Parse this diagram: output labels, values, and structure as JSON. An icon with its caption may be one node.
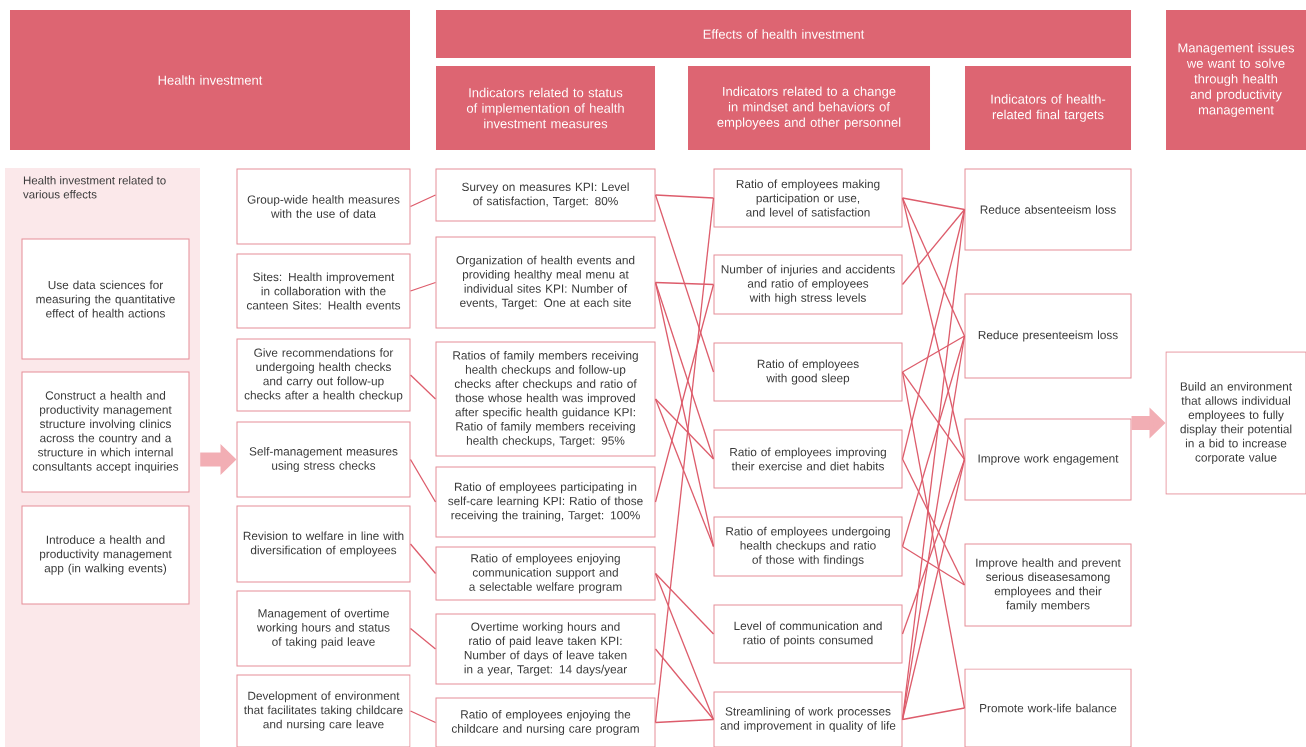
{
  "diagram": {
    "nodes": [
      {
        "text": [
          "Health investment"
        ]
      },
      {
        "text": [
          "Effects of health investment"
        ]
      },
      {
        "text": [
          "Indicators related to status of implementation of health investment measures"
        ]
      },
      {
        "text": [
          "Indicators related to a change in mindset and behaviors of employees and other personnel"
        ]
      },
      {
        "text": [
          "Indicators of health-related final targets"
        ]
      },
      {
        "text": [
          "Management issues we want to solve through health and productivity management"
        ]
      },
      {
        "text": [
          "Health investment related to various effects"
        ]
      },
      {
        "text": [
          "Use data sciences for measuring the quantitative effect of health actions"
        ],
        "in": 6
      },
      {
        "text": [
          "Construct a health and productivity management structure involving clinics across the country and a structure in which internal consultants accept inquiries"
        ],
        "in": 6
      },
      {
        "text": [
          "Introduce a  health and productivity management app (in walking events)"
        ],
        "in": 6
      },
      {
        "text": [
          "Group-wide health measures with the use of data"
        ]
      },
      {
        "text": [
          "Sites: Health improvement in collaboration with the canteen Sites: Health events"
        ]
      },
      {
        "text": [
          "Give recommendations for undergoing health checks and carry out follow-up checks after a health checkup"
        ]
      },
      {
        "text": [
          "Self-management measures using stress checks"
        ]
      },
      {
        "text": [
          "Revision to welfare in line with diversification of employees"
        ]
      },
      {
        "text": [
          "Management of overtime working hours and status of taking paid leave"
        ]
      },
      {
        "text": [
          "Development of environment that facilitates taking childcare and nursing care leave"
        ]
      },
      {
        "text": [
          "Survey on measures KPI: Level of satisfaction, Target: 80%"
        ]
      },
      {
        "text": [
          "Organization of health events and providing healthy meal menu at individual sites KPI: Number of events, Target: One at each site"
        ]
      },
      {
        "text": [
          "Ratios of family members receiving health checkups and follow-up checks after checkups and ratio of those whose health was improved after specific health guidance KPI: Ratio of family members receiving health checkups, Target: 95%"
        ]
      },
      {
        "text": [
          "Ratio of employees participating in self-care learning KPI: Ratio of those receiving the training, Target: 100%"
        ]
      },
      {
        "text": [
          "Ratio of employees enjoying communication support and a selectable welfare program"
        ]
      },
      {
        "text": [
          "Overtime working hours and ratio of paid leave taken KPI: Number of days of leave taken in a year, Target: 14 days/year"
        ]
      },
      {
        "text": [
          "Ratio of employees enjoying the childcare and nursing care program"
        ]
      },
      {
        "text": [
          "Ratio of employees making participation or use, and level of satisfaction"
        ]
      },
      {
        "text": [
          "Number of injuries and accidents and ratio of employees with high stress levels"
        ]
      },
      {
        "text": [
          "Ratio of employees with good sleep"
        ]
      },
      {
        "text": [
          "Ratio of employees improving their exercise and diet habits"
        ]
      },
      {
        "text": [
          "Ratio of employees undergoing health checkups and ratio of those with findings"
        ]
      },
      {
        "text": [
          "Level of communication and ratio of points consumed"
        ]
      },
      {
        "text": [
          "Streamlining of work processes and improvement in quality of life"
        ]
      },
      {
        "text": [
          "Reduce absenteeism loss"
        ]
      },
      {
        "text": [
          "Reduce presenteeism loss"
        ]
      },
      {
        "text": [
          "Improve work engagement"
        ]
      },
      {
        "text": [
          "Improve health and prevent serious diseasesamong employees and their family members"
        ]
      },
      {
        "text": [
          "Promote work-life balance"
        ]
      },
      {
        "text": [
          "Build an environment that allows individual employees to fully display their potential in a bid to increase corporate value"
        ]
      }
    ],
    "edges": [
      {
        "from": 6,
        "to": 13,
        "arrow": "to",
        "style": "thick",
        "color": "#f2aeb4"
      },
      {
        "from": 33,
        "to": 36,
        "arrow": "to",
        "style": "thick",
        "color": "#f2aeb4"
      },
      {
        "from": 10,
        "to": 17,
        "arrow": "none"
      },
      {
        "from": 11,
        "to": 18,
        "arrow": "none"
      },
      {
        "from": 12,
        "to": 19,
        "arrow": "none"
      },
      {
        "from": 13,
        "to": 20,
        "arrow": "none"
      },
      {
        "from": 14,
        "to": 21,
        "arrow": "none"
      },
      {
        "from": 15,
        "to": 22,
        "arrow": "none"
      },
      {
        "from": 16,
        "to": 23,
        "arrow": "none"
      },
      {
        "from": 17,
        "to": 24,
        "arrow": "none"
      },
      {
        "from": 17,
        "to": 26,
        "arrow": "none"
      },
      {
        "from": 18,
        "to": 25,
        "arrow": "none"
      },
      {
        "from": 18,
        "to": 27,
        "arrow": "none"
      },
      {
        "from": 18,
        "to": 28,
        "arrow": "none"
      },
      {
        "from": 19,
        "to": 27,
        "arrow": "none"
      },
      {
        "from": 19,
        "to": 28,
        "arrow": "none"
      },
      {
        "from": 20,
        "to": 25,
        "arrow": "none"
      },
      {
        "from": 21,
        "to": 29,
        "arrow": "none"
      },
      {
        "from": 21,
        "to": 30,
        "arrow": "none"
      },
      {
        "from": 22,
        "to": 30,
        "arrow": "none"
      },
      {
        "from": 23,
        "to": 24,
        "arrow": "none"
      },
      {
        "from": 23,
        "to": 30,
        "arrow": "none"
      },
      {
        "from": 24,
        "to": 31,
        "arrow": "none"
      },
      {
        "from": 24,
        "to": 32,
        "arrow": "none"
      },
      {
        "from": 24,
        "to": 33,
        "arrow": "none"
      },
      {
        "from": 25,
        "to": 31,
        "arrow": "none"
      },
      {
        "from": 26,
        "to": 32,
        "arrow": "none"
      },
      {
        "from": 26,
        "to": 33,
        "arrow": "none"
      },
      {
        "from": 26,
        "to": 35,
        "arrow": "none"
      },
      {
        "from": 27,
        "to": 31,
        "arrow": "none"
      },
      {
        "from": 27,
        "to": 34,
        "arrow": "none"
      },
      {
        "from": 28,
        "to": 32,
        "arrow": "none"
      },
      {
        "from": 28,
        "to": 34,
        "arrow": "none"
      },
      {
        "from": 29,
        "to": 33,
        "arrow": "none"
      },
      {
        "from": 30,
        "to": 31,
        "arrow": "none"
      },
      {
        "from": 30,
        "to": 32,
        "arrow": "none"
      },
      {
        "from": 30,
        "to": 33,
        "arrow": "none"
      },
      {
        "from": 30,
        "to": 35,
        "arrow": "none"
      }
    ]
  }
}
